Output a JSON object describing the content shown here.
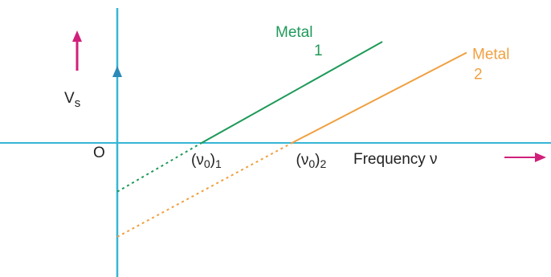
{
  "chart_data": {
    "type": "line",
    "origin_label": "O",
    "ylabel": "V",
    "ylabel_sub": "s",
    "xlabel": "Frequency ν",
    "xlim": [
      0,
      5
    ],
    "ylim": [
      -3,
      3
    ],
    "series": [
      {
        "name_line1": "Metal",
        "name_line2": "1",
        "color": "#1f9a5a",
        "threshold_label": "(ν",
        "threshold_sub_zero": "0",
        "threshold_close": ")",
        "threshold_sub": "1",
        "threshold": 1.4,
        "points": [
          [
            0,
            -1.35
          ],
          [
            1.4,
            0
          ],
          [
            4.4,
            2.8
          ]
        ]
      },
      {
        "name_line1": "Metal",
        "name_line2": "2",
        "color": "#f0a040",
        "threshold_label": "(ν",
        "threshold_sub_zero": "0",
        "threshold_close": ")",
        "threshold_sub": "2",
        "threshold": 2.9,
        "points": [
          [
            0,
            -2.6
          ],
          [
            2.9,
            0
          ],
          [
            5.8,
            2.5
          ]
        ]
      }
    ],
    "colors": {
      "axis": "#36b6d6",
      "axis_arrow": "#2a8ab8",
      "vs_arrow": "#d0207a",
      "freq_arrow": "#d0207a"
    }
  }
}
